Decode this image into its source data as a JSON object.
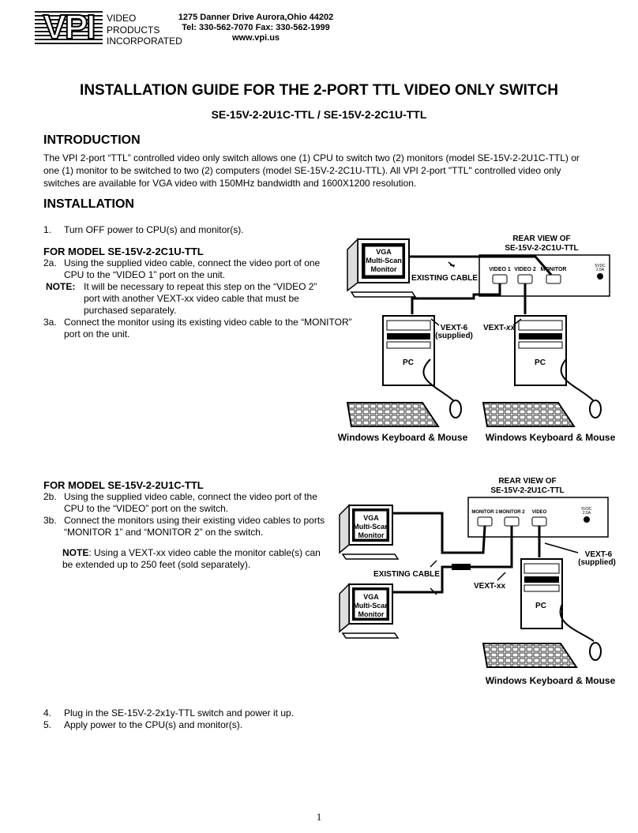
{
  "header": {
    "logo_text": "VPI",
    "company_lines": [
      "VIDEO",
      "PRODUCTS",
      "INCORPORATED"
    ],
    "address_line": "1275 Danner Drive  Aurora,Ohio 44202",
    "phone_line": "Tel: 330-562-7070  Fax: 330-562-1999",
    "web_line": "www.vpi.us"
  },
  "title": "INSTALLATION GUIDE FOR THE 2-PORT TTL VIDEO ONLY SWITCH",
  "subtitle": "SE-15V-2-2U1C-TTL / SE-15V-2-2C1U-TTL",
  "intro": {
    "heading": "INTRODUCTION",
    "text": "The VPI 2-port “TTL” controlled video only switch allows one (1) CPU to switch two (2) monitors (model SE-15V-2-2U1C-TTL) or one (1) monitor to be switched to two (2) computers (model SE-15V-2-2C1U-TTL).  All VPI 2-port \"TTL\" controlled video only switches are available for VGA video with 150MHz bandwidth and 1600X1200 resolution."
  },
  "installation": {
    "heading": "INSTALLATION",
    "step1_num": "1.",
    "step1": "Turn OFF power to CPU(s) and monitor(s).",
    "model_a": {
      "heading": "FOR MODEL SE-15V-2-2C1U-TTL",
      "step2a_num": "2a.",
      "step2a": "Using the supplied video cable, connect the video port of one CPU to the “VIDEO 1” port on the unit.",
      "note_label": "NOTE:",
      "note": "It will be necessary to repeat this step on the “VIDEO 2” port with another VEXT-xx video cable that must be purchased separately.",
      "step3a_num": "3a.",
      "step3a": "Connect the monitor using its existing video cable to the “MONITOR” port on the unit."
    },
    "model_b": {
      "heading": "FOR MODEL SE-15V-2-2U1C-TTL",
      "step2b_num": "2b.",
      "step2b": "Using the supplied video cable, connect the video port of the CPU to the “VIDEO” port on the switch.",
      "step3b_num": "3b.",
      "step3b": "Connect the monitors using their existing video cables to ports “MONITOR 1” and “MONITOR 2” on the switch.",
      "note_label": "NOTE",
      "note": ": Using a VEXT-xx video cable the monitor cable(s) can be extended up to 250 feet (sold separately)."
    },
    "step4_num": "4.",
    "step4": "Plug in the SE-15V-2-2x1y-TTL switch and power it up.",
    "step5_num": "5.",
    "step5": "Apply power to the CPU(s) and monitor(s)."
  },
  "diagram_a": {
    "rear_view_line1": "REAR VIEW OF",
    "rear_view_line2": "SE-15V-2-2C1U-TTL",
    "monitor_lines": [
      "VGA",
      "Multi-Scan",
      "Monitor"
    ],
    "existing_cable": "EXISTING CABLE",
    "port_video1": "VIDEO 1",
    "port_video2": "VIDEO  2",
    "port_monitor": "MONITOR",
    "power_lines": [
      "5VDC",
      "2.5A"
    ],
    "vext6": "VEXT-6",
    "supplied": "(supplied)",
    "vext_prefix": "VEXT-",
    "vext_suffix": "xx",
    "pc": "PC",
    "kbd_label": "Windows Keyboard & Mouse"
  },
  "diagram_b": {
    "rear_view_line1": "REAR VIEW OF",
    "rear_view_line2": "SE-15V-2-2U1C-TTL",
    "monitor_lines": [
      "VGA",
      "Multi-Scan",
      "Monitor"
    ],
    "existing_cable": "EXISTING CABLE",
    "port_monitor1": "MONITOR 1",
    "port_monitor2": "MONITOR 2",
    "port_video": "VIDEO",
    "power_lines": [
      "5VDC",
      "2.5A"
    ],
    "vext6": "VEXT-6",
    "supplied": "(supplied)",
    "vextxx": "VEXT-xx",
    "pc": "PC",
    "kbd_label": "Windows Keyboard & Mouse"
  },
  "page_number": "1"
}
